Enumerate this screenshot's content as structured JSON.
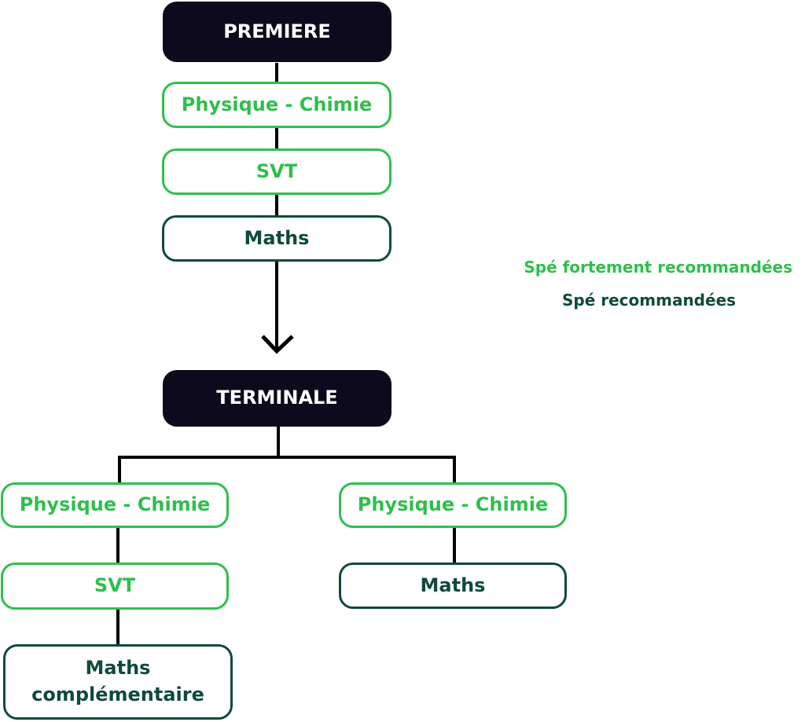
{
  "colors": {
    "dark": "#0c0a1c",
    "strong": "#2fbf4c",
    "recommended": "#0f4a3c",
    "line": "#000000"
  },
  "premiere": {
    "title": "PREMIERE",
    "items": [
      "Physique - Chimie",
      "SVT",
      "Maths"
    ]
  },
  "terminale": {
    "title": "TERMINALE",
    "left": {
      "items": [
        "Physique - Chimie",
        "SVT"
      ],
      "maths_line1": "Maths",
      "maths_line2": "complémentaire"
    },
    "right": {
      "items": [
        "Physique - Chimie",
        "Maths"
      ]
    }
  },
  "legend": {
    "strong": "Spé fortement recommandées",
    "recommended": "Spé recommandées"
  }
}
